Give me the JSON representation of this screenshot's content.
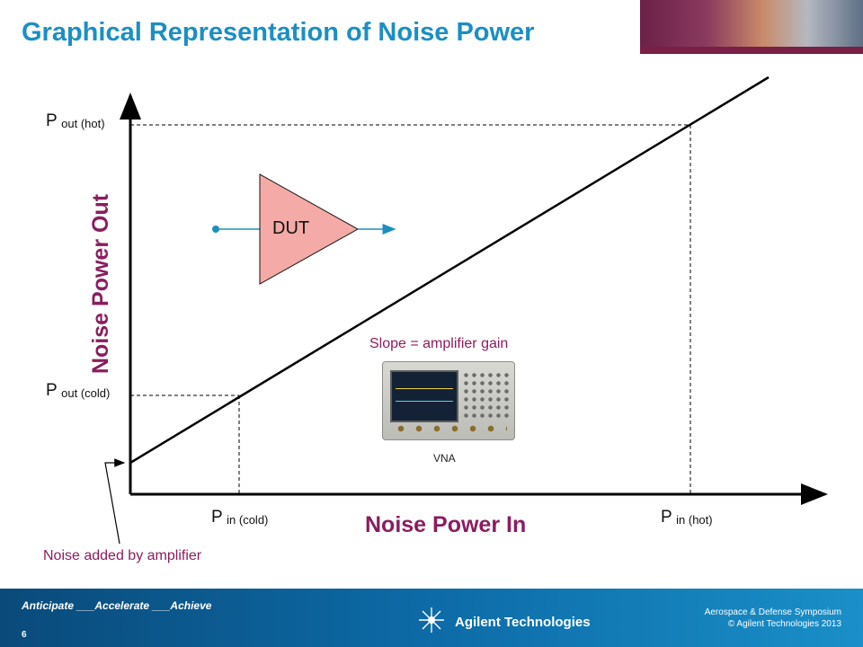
{
  "title": "Graphical Representation of Noise Power",
  "y_axis_title": "Noise Power Out",
  "x_axis_title": "Noise Power In",
  "labels": {
    "p_out_hot": {
      "main": "P",
      "sub": "out (hot)"
    },
    "p_out_cold": {
      "main": "P",
      "sub": "out (cold)"
    },
    "p_in_cold": {
      "main": "P",
      "sub": "in (cold)"
    },
    "p_in_hot": {
      "main": "P",
      "sub": "in (hot)"
    }
  },
  "dut_label": "DUT",
  "slope_note": "Slope = amplifier gain",
  "noise_note": "Noise added by amplifier",
  "vna_label": "VNA",
  "footer": {
    "tagline": "Anticipate ___Accelerate ___Achieve",
    "page_number": "6",
    "logo": "Agilent Technologies",
    "symposium": "Aerospace & Defense Symposium",
    "copyright": "© Agilent Technologies 2013"
  },
  "colors": {
    "title": "#1b8fc2",
    "axis_title": "#8a1d5f",
    "dut_fill": "#f4aaa6",
    "signal_line": "#1b8fc2"
  }
}
